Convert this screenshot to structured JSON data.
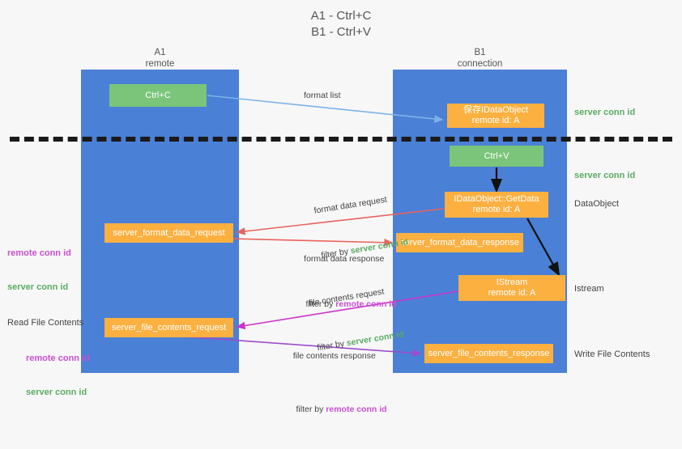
{
  "title": "A1 - Ctrl+C\nB1 - Ctrl+V",
  "columns": {
    "left": {
      "name": "A1",
      "role": "remote",
      "header": "A1\nremote"
    },
    "right": {
      "name": "B1",
      "role": "connection",
      "header": "B1\nconnection"
    }
  },
  "nodes": {
    "ctrl_c": {
      "label": "Ctrl+C",
      "color": "#7ac57a"
    },
    "save_dataobject": {
      "label": "保存IDataObject\nremote id: A",
      "color": "#fbb040"
    },
    "ctrl_v": {
      "label": "Ctrl+V",
      "color": "#7ac57a"
    },
    "get_data": {
      "label": "IDataObject::GetData\nremote id: A",
      "color": "#fbb040"
    },
    "server_format_data_request": {
      "label": "server_format_data_request",
      "color": "#fbb040"
    },
    "server_format_data_response": {
      "label": "server_format_data_response",
      "color": "#fbb040"
    },
    "istream": {
      "label": "IStream\nremote id: A",
      "color": "#fbb040"
    },
    "server_file_contents_request": {
      "label": "server_file_contents_request",
      "color": "#fbb040"
    },
    "server_file_contents_response": {
      "label": "server_file_contents_response",
      "color": "#fbb040"
    }
  },
  "edge_labels": {
    "format_list": "format list",
    "format_data_request": {
      "line1": "format data request",
      "filter_prefix": "filter by ",
      "filter_value": "server conn id"
    },
    "format_data_response": {
      "line1": "format data response",
      "filter_prefix": "filter by ",
      "filter_value": "remote conn id"
    },
    "file_contents_request": {
      "line1": "file contents request",
      "filter_prefix": "filter by ",
      "filter_value": "server conn id"
    },
    "file_contents_response": {
      "line1": "file contents response",
      "filter_prefix": "filter by ",
      "filter_value": "remote conn id"
    }
  },
  "right_notes": {
    "server_conn_id_top": "server conn id",
    "server_conn_id_mid": "server conn id",
    "dataobject": "DataObject",
    "istream": "Istream",
    "write_file_contents": "Write File Contents"
  },
  "left_notes": {
    "remote_conn_id_1": "remote conn id",
    "server_conn_id_1": "server conn id",
    "read_file_contents": "Read File Contents",
    "remote_conn_id_2": "remote conn id",
    "server_conn_id_2": "server conn id"
  },
  "colors": {
    "lane": "#4a80d6",
    "green_node": "#7ac57a",
    "orange_node": "#fbb040",
    "green_text": "#5aab62",
    "magenta_text": "#c94fd4",
    "arrow_blue": "#7fb3e8",
    "arrow_red": "#e8635c",
    "arrow_magenta": "#cc33cc",
    "arrow_purple": "#9c4dcc",
    "arrow_black": "#111111",
    "divider": "#1a1a1a",
    "background": "#f7f7f7"
  }
}
